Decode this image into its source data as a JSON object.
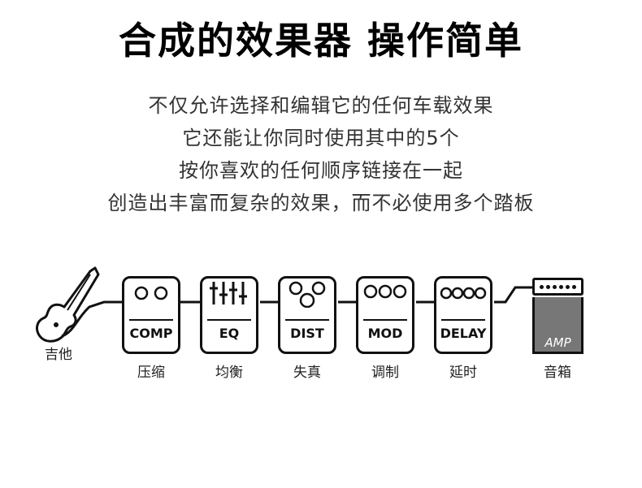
{
  "title": "合成的效果器 操作简单",
  "description": [
    "不仅允许选择和编辑它的任何车载效果",
    "它还能让你同时使用其中的5个",
    "按你喜欢的任何顺序链接在一起",
    "创造出丰富而复杂的效果，而不必使用多个踏板"
  ],
  "chain": {
    "guitar_label": "吉他",
    "pedals": [
      {
        "name": "COMP",
        "label": "压缩",
        "icon": "two-knobs-icon"
      },
      {
        "name": "EQ",
        "label": "均衡",
        "icon": "eq-sliders-icon"
      },
      {
        "name": "DIST",
        "label": "失真",
        "icon": "three-knobs-triangle-icon"
      },
      {
        "name": "MOD",
        "label": "调制",
        "icon": "three-knobs-icon"
      },
      {
        "name": "DELAY",
        "label": "延时",
        "icon": "four-knobs-icon"
      }
    ],
    "amp": {
      "name": "AMP",
      "label": "音箱"
    }
  }
}
